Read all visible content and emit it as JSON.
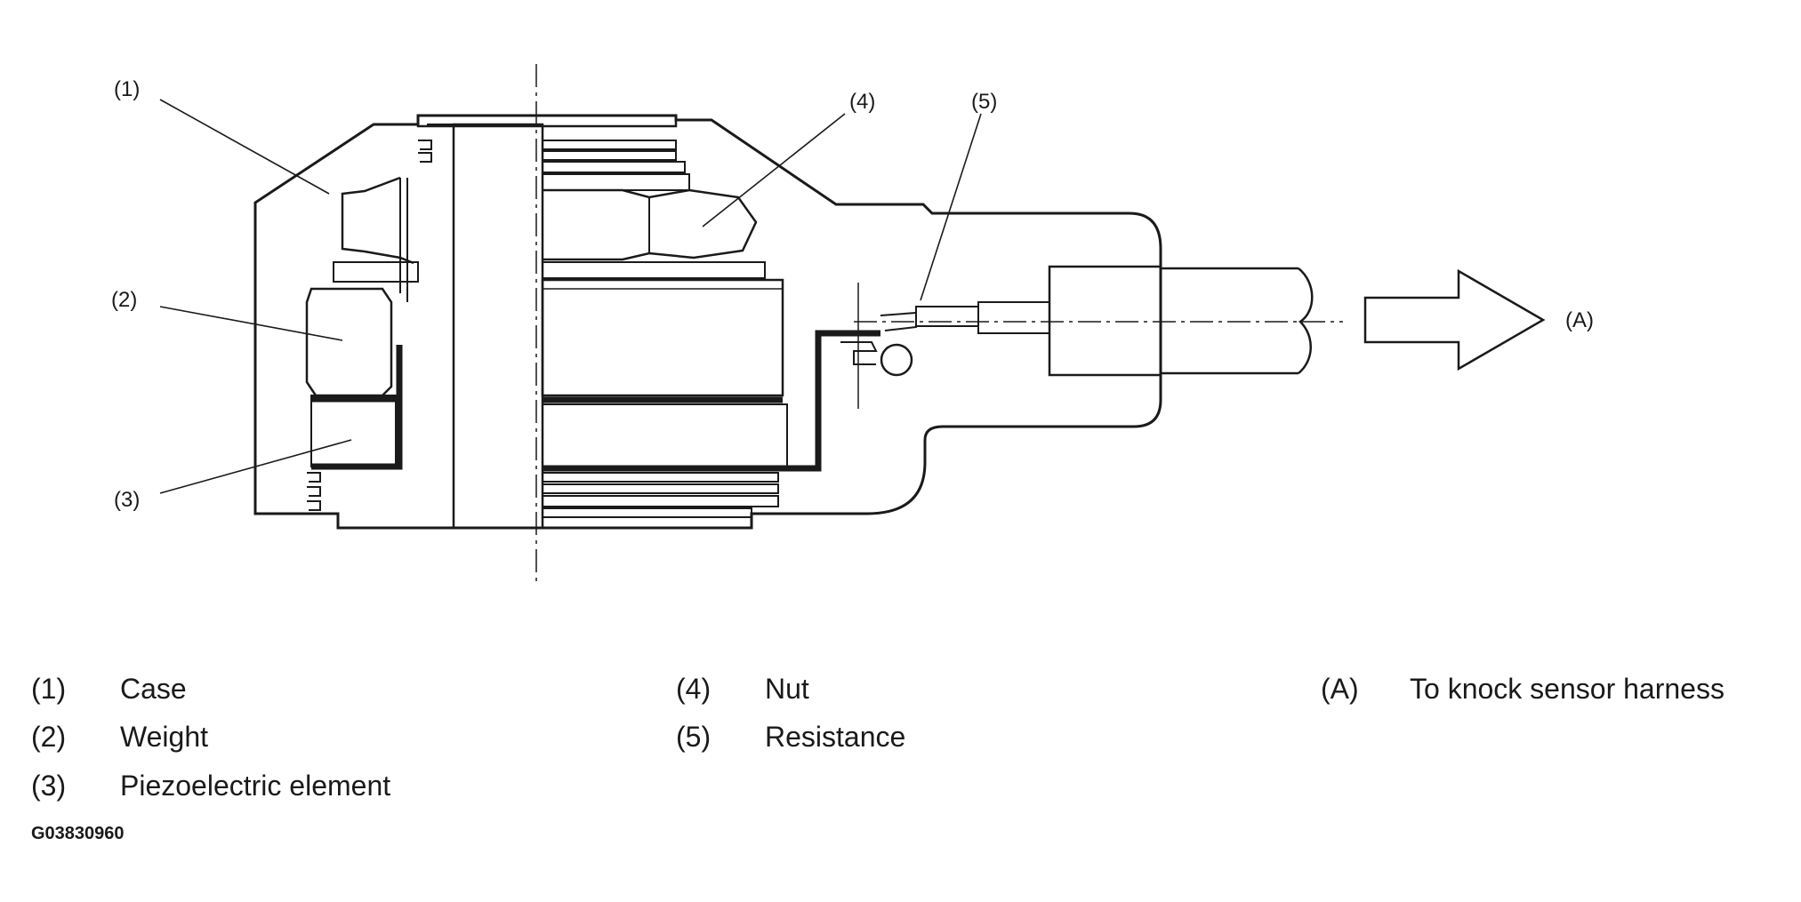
{
  "diagram": {
    "callouts": {
      "case": "(1)",
      "weight": "(2)",
      "piezo": "(3)",
      "nut": "(4)",
      "resistance": "(5)",
      "harness": "(A)"
    }
  },
  "legend": {
    "items": [
      {
        "key": "(1)",
        "label": "Case"
      },
      {
        "key": "(2)",
        "label": "Weight"
      },
      {
        "key": "(3)",
        "label": "Piezoelectric element"
      },
      {
        "key": "(4)",
        "label": "Nut"
      },
      {
        "key": "(5)",
        "label": "Resistance"
      },
      {
        "key": "(A)",
        "label": "To knock sensor harness"
      }
    ],
    "figure_code": "G03830960"
  }
}
